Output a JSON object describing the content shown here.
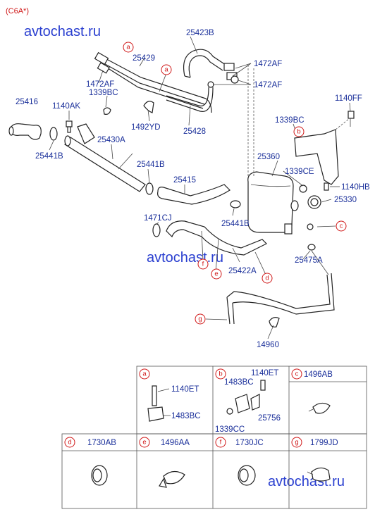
{
  "header": {
    "variant": "(C6A*)"
  },
  "watermarks": [
    "avtochast.ru",
    "avtochast.ru",
    "avtochast.ru"
  ],
  "colors": {
    "label": "#1a2f9a",
    "callout": "#d01818",
    "watermark": "#2a3fd0",
    "line": "#222222"
  },
  "parts": {
    "p25423B": "25423B",
    "p25429": "25429",
    "p1472AF_a": "1472AF",
    "p1472AF_b": "1472AF",
    "p1472AF_c": "1472AF",
    "p1339BC_a": "1339BC",
    "p25416": "25416",
    "p1140AK": "1140AK",
    "p1140FF": "1140FF",
    "p1492YD": "1492YD",
    "p25428": "25428",
    "p1339BC_b": "1339BC",
    "p25441B_a": "25441B",
    "p25430A": "25430A",
    "p25360": "25360",
    "p25441B_b": "25441B",
    "p1339CE": "1339CE",
    "p25415": "25415",
    "p1140HB": "1140HB",
    "p25330": "25330",
    "p1471CJ": "1471CJ",
    "p25441B_c": "25441B",
    "p25422A": "25422A",
    "p25475A": "25475A",
    "p14960": "14960"
  },
  "callouts": [
    "a",
    "a",
    "b",
    "c",
    "d",
    "e",
    "f",
    "g"
  ],
  "legend": {
    "a": {
      "letter": "a",
      "parts": [
        "1140ET",
        "1483BC"
      ]
    },
    "b": {
      "letter": "b",
      "parts": [
        "1140ET",
        "1483BC",
        "25756",
        "1339CC"
      ]
    },
    "c": {
      "letter": "c",
      "parts": [
        "1496AB"
      ]
    },
    "d": {
      "letter": "d",
      "parts": [
        "1730AB"
      ]
    },
    "e": {
      "letter": "e",
      "parts": [
        "1496AA"
      ]
    },
    "f": {
      "letter": "f",
      "parts": [
        "1730JC"
      ]
    },
    "g": {
      "letter": "g",
      "parts": [
        "1799JD"
      ]
    }
  }
}
